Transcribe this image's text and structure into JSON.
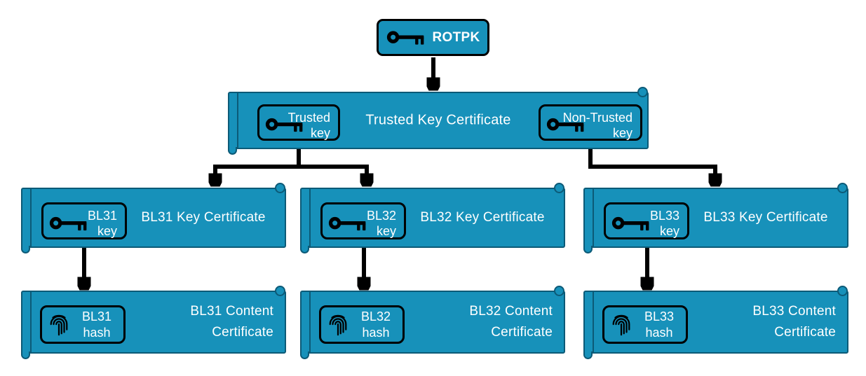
{
  "colors": {
    "teal": "#1791BA",
    "outline": "#0C5A77",
    "arrow": "#000000",
    "text": "#FFFFFF"
  },
  "icons": {
    "key": "key-icon",
    "fingerprint": "fingerprint-icon"
  },
  "diagram": {
    "rotpk": {
      "label": "ROTPK"
    },
    "trusted_key_certificate": {
      "title": "Trusted Key Certificate",
      "trusted_badge": {
        "line1": "Trusted",
        "line2": "key"
      },
      "non_trusted_badge": {
        "line1": "Non-Trusted",
        "line2": "key"
      }
    },
    "key_certificates": [
      {
        "title": "BL31 Key Certificate",
        "badge": {
          "line1": "BL31",
          "line2": "key"
        }
      },
      {
        "title": "BL32 Key Certificate",
        "badge": {
          "line1": "BL32",
          "line2": "key"
        }
      },
      {
        "title": "BL33 Key Certificate",
        "badge": {
          "line1": "BL33",
          "line2": "key"
        }
      }
    ],
    "content_certificates": [
      {
        "title_line1": "BL31 Content",
        "title_line2": "Certificate",
        "badge": {
          "line1": "BL31",
          "line2": "hash"
        }
      },
      {
        "title_line1": "BL32 Content",
        "title_line2": "Certificate",
        "badge": {
          "line1": "BL32",
          "line2": "hash"
        }
      },
      {
        "title_line1": "BL33 Content",
        "title_line2": "Certificate",
        "badge": {
          "line1": "BL33",
          "line2": "hash"
        }
      }
    ]
  }
}
